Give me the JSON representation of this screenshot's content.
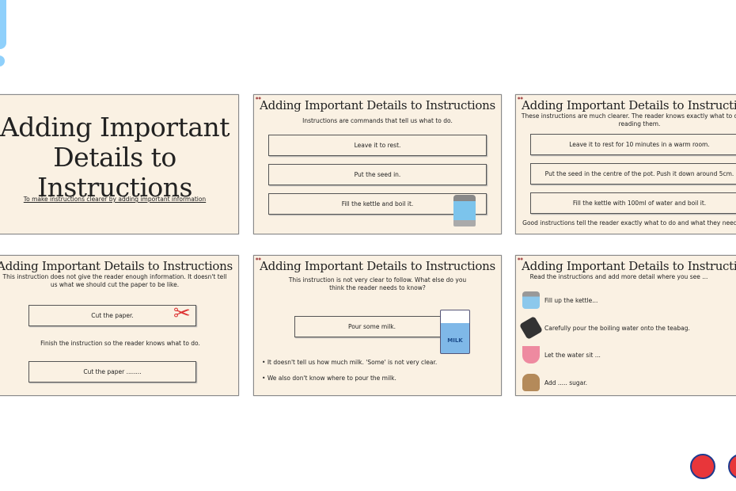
{
  "slides": [
    {
      "title": "Adding Important Details to Instructions",
      "subtitle": "To make instructions clearer by adding important information"
    },
    {
      "title": "Adding Important Details to Instructions",
      "intro": "Instructions are commands that tell us what to do.",
      "boxes": [
        "Leave it to rest.",
        "Put the seed in.",
        "Fill the kettle and boil it."
      ]
    },
    {
      "title": "Adding Important Details to Instructions",
      "intro": "These instructions are much clearer.  The reader knows exactly what to do after reading them.",
      "boxes": [
        "Leave it to rest for 10 minutes in a warm room.",
        "Put the seed in the centre of the pot. Push it down around 5cm.",
        "Fill the kettle with 100ml of water and boil it."
      ],
      "footer": "Good instructions tell the reader exactly what to do and what they need."
    },
    {
      "title": "Adding Important Details to Instructions",
      "intro": "This instruction does not give the reader enough information. It doesn't tell us what we should cut the paper to be like.",
      "box1": "Cut the paper.",
      "middle": "Finish the instruction so the reader knows what to do.",
      "box2": "Cut the paper ........"
    },
    {
      "title": "Adding Important Details to Instructions",
      "intro": "This instruction is not very clear to follow. What else do you think the reader needs to know?",
      "box": "Pour some milk.",
      "milk_label": "MILK",
      "bullets": [
        "It doesn't tell us how much milk. 'Some' is not very clear.",
        "We also don't know where to pour the milk."
      ]
    },
    {
      "title": "Adding Important Details to Instructions",
      "intro": "Read the instructions and add more detail where you see ...",
      "items": [
        "Fill up the kettle...",
        "Carefully pour the boiling water onto the teabag.",
        "Let the water sit ...",
        "Add ..... sugar."
      ]
    }
  ],
  "colors": {
    "slide_bg": "#faf1e3",
    "accent_blue": "#8fd0fb",
    "badge_red": "#e8363a"
  }
}
